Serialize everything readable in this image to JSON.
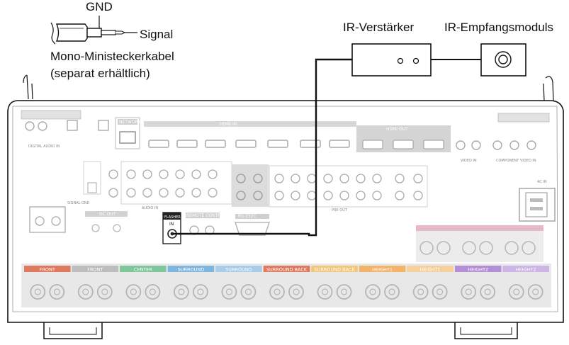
{
  "labels": {
    "gnd": "GND",
    "signal": "Signal",
    "cable_line1": "Mono-Ministeckerkabel",
    "cable_line2": "(separat erhältlich)",
    "ir_amplifier": "IR-Verstärker",
    "ir_receiver": "IR-Empfangsmoduls"
  },
  "panel_text": {
    "flasher": "FLASHER",
    "flasher_in": "IN",
    "remote_control": "REMOTE CONTROL",
    "rs232c": "RS-232C",
    "ac_in": "AC IN",
    "network": "NETWORK",
    "signal_gnd": "SIGNAL GND",
    "dc_out": "DC OUT",
    "hdmi_out": "HDMI OUT",
    "hdmi_in": "HDMI IN",
    "pre_out": "PRE OUT",
    "audio_in": "AUDIO IN",
    "video_in": "VIDEO IN",
    "component_video_in": "COMPONENT VIDEO IN",
    "digital_audio_in": "DIGITAL AUDIO IN",
    "speaker_sections": [
      {
        "label": "FRONT",
        "color": "#e07a5f"
      },
      {
        "label": "FRONT",
        "color": "#bdbdbd"
      },
      {
        "label": "CENTER",
        "color": "#7fc79a"
      },
      {
        "label": "SURROUND",
        "color": "#7fb6e0"
      },
      {
        "label": "SURROUND",
        "color": "#a9cde8"
      },
      {
        "label": "SURROUND BACK",
        "color": "#e07a5f"
      },
      {
        "label": "SURROUND BACK",
        "color": "#f2c77a"
      },
      {
        "label": "HEIGHT1",
        "color": "#f2b36b"
      },
      {
        "label": "HEIGHT1",
        "color": "#f6cf9c"
      },
      {
        "label": "HEIGHT2",
        "color": "#b48fd6"
      },
      {
        "label": "HEIGHT2",
        "color": "#cdb6e6"
      }
    ]
  },
  "colors": {
    "line": "#111111",
    "panel_gray": "#b8b8b8",
    "light_gray": "#d9d9d9",
    "speaker_area": "#e6e6e6",
    "highlight_box": "#222222"
  },
  "icons": [
    "mono-mini-plug-icon",
    "ir-amplifier-box",
    "ir-receiver-module-icon",
    "flasher-in-jack-icon",
    "av-receiver-rear-panel"
  ]
}
